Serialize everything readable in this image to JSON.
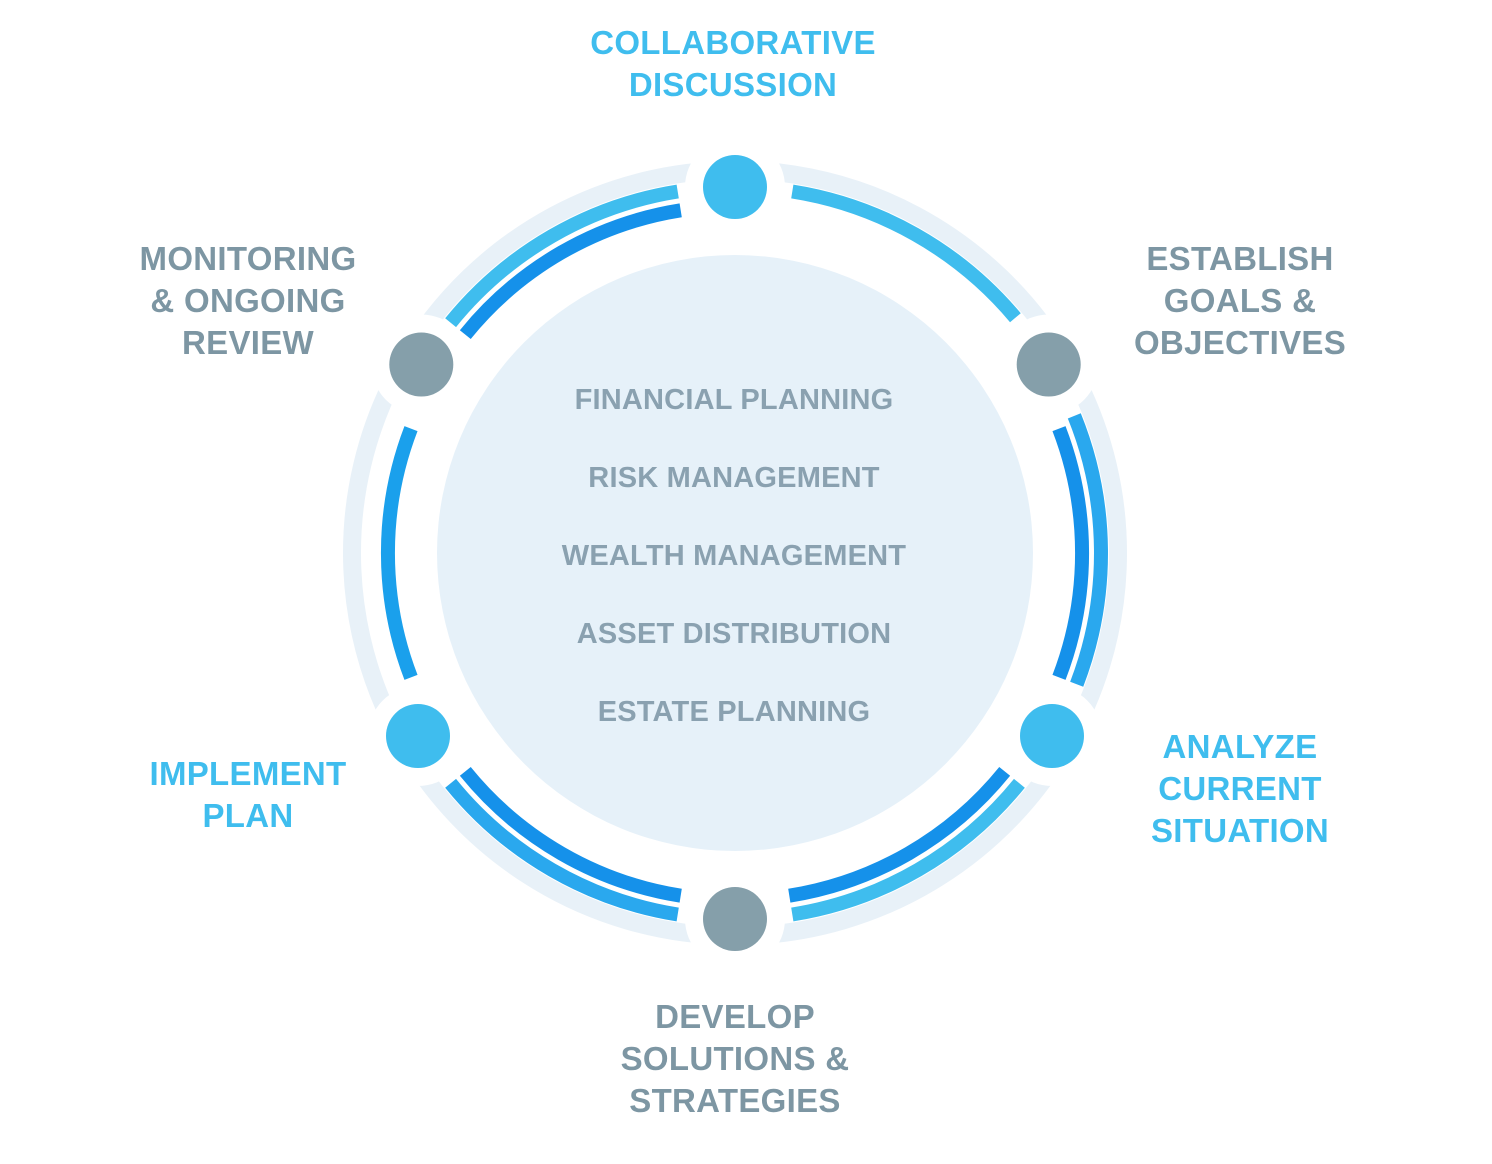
{
  "colors": {
    "accent_blue": "#3fbdee",
    "deep_blue": "#1591ea",
    "node_grey": "#859faa",
    "label_grey": "#7d96a3",
    "ring_pale": "#e8f1f8",
    "center_fill": "#e6f1f9",
    "center_text": "#8aa1b0"
  },
  "steps": [
    {
      "id": "collaborative",
      "lines": [
        "COLLABORATIVE",
        "DISCUSSION"
      ],
      "tone": "blue"
    },
    {
      "id": "establish",
      "lines": [
        "ESTABLISH",
        "GOALS &",
        "OBJECTIVES"
      ],
      "tone": "grey"
    },
    {
      "id": "analyze",
      "lines": [
        "ANALYZE",
        "CURRENT",
        "SITUATION"
      ],
      "tone": "blue"
    },
    {
      "id": "develop",
      "lines": [
        "DEVELOP",
        "SOLUTIONS &",
        "STRATEGIES"
      ],
      "tone": "grey"
    },
    {
      "id": "implement",
      "lines": [
        "IMPLEMENT",
        "PLAN"
      ],
      "tone": "blue"
    },
    {
      "id": "monitoring",
      "lines": [
        "MONITORING",
        "& ONGOING",
        "REVIEW"
      ],
      "tone": "grey"
    }
  ],
  "center_items": [
    "FINANCIAL PLANNING",
    "RISK MANAGEMENT",
    "WEALTH MANAGEMENT",
    "ASSET DISTRIBUTION",
    "ESTATE PLANNING"
  ]
}
